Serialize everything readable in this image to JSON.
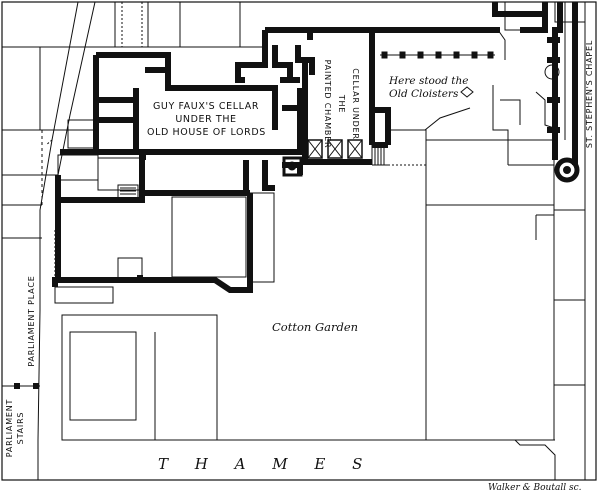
{
  "map": {
    "labels": {
      "guy_faux": [
        "GUY FAUX'S CELLAR",
        "UNDER THE",
        "OLD HOUSE OF LORDS"
      ],
      "cellar_under": [
        "CELLAR UNDER",
        "THE",
        "PAINTED CHAMBER"
      ],
      "cloisters": [
        "Here stood the",
        "Old Cloisters"
      ],
      "st_stephens": "ST. STEPHEN'S CHAPEL",
      "cotton_garden": "Cotton Garden",
      "parliament_place": "PARLIAMENT PLACE",
      "parliament_stairs": [
        "PARLIAMENT",
        "STAIRS"
      ],
      "thames": "T H A M E S",
      "credit": "Walker & Boutall sc."
    },
    "colors": {
      "ink": "#111111",
      "paper": "#ffffff"
    }
  }
}
